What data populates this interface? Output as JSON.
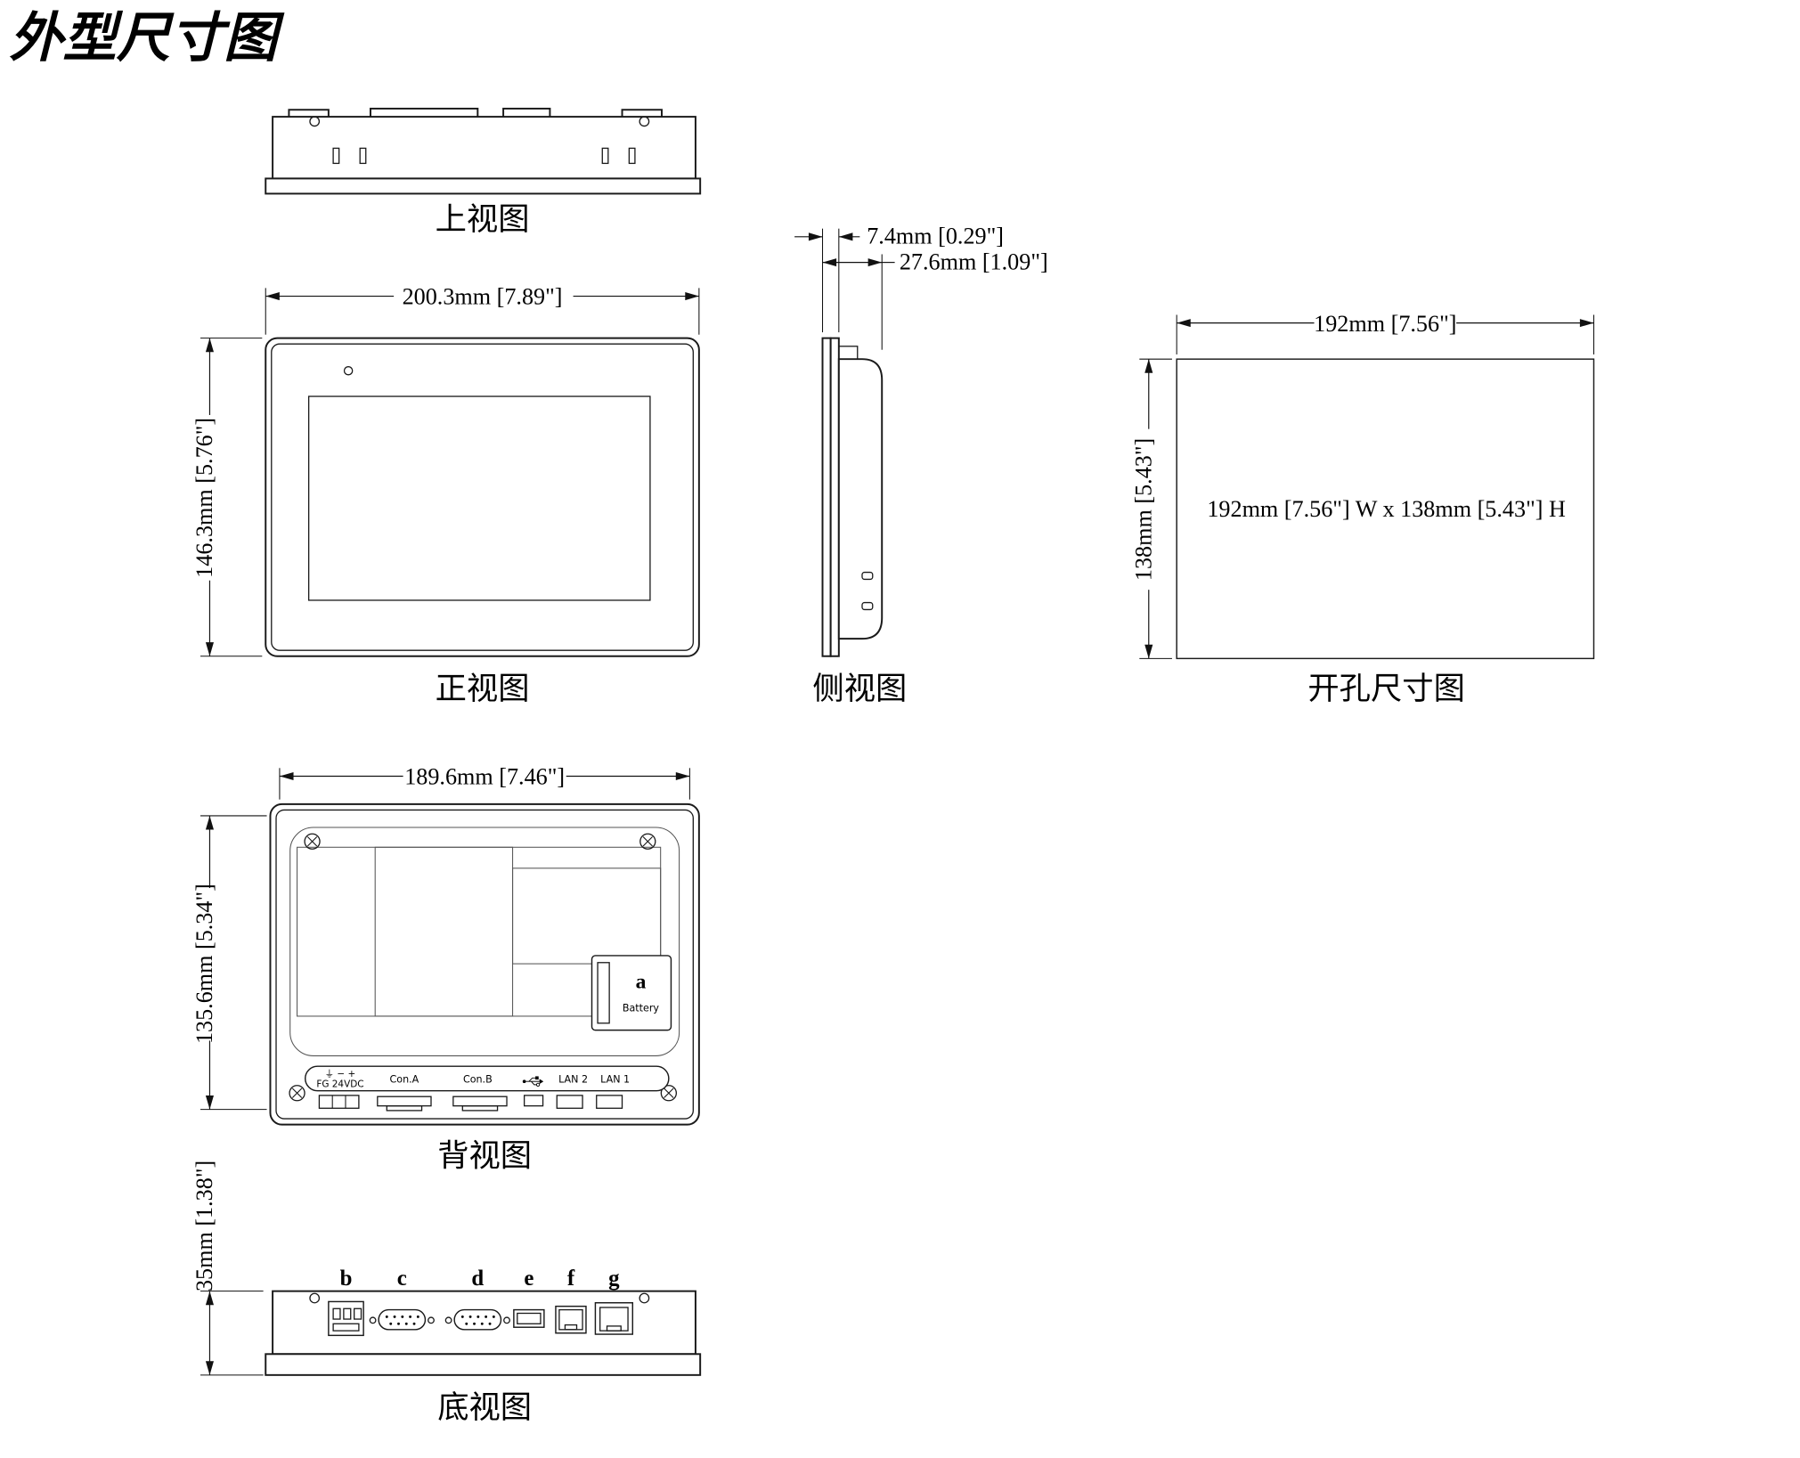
{
  "title": "外型尺寸图",
  "views": {
    "top": {
      "label": "上视图"
    },
    "front": {
      "label": "正视图",
      "width_dim": "200.3mm [7.89\"]",
      "height_dim": "146.3mm [5.76\"]"
    },
    "side": {
      "label": "侧视图",
      "bezel_dim": "7.4mm [0.29\"]",
      "depth_dim": "27.6mm [1.09\"]"
    },
    "cutout": {
      "label": "开孔尺寸图",
      "width_dim": "192mm [7.56\"]",
      "height_dim": "138mm [5.43\"]",
      "note": "192mm [7.56\"] W x 138mm [5.43\"] H"
    },
    "rear": {
      "label": "背视图",
      "width_dim": "189.6mm [7.46\"]",
      "height_dim": "135.6mm [5.34\"]",
      "battery_marker": "a",
      "battery_label": "Battery",
      "port_labels": {
        "power_symbols": "⏚ − +",
        "power": "FG 24VDC",
        "con_a": "Con.A",
        "con_b": "Con.B",
        "lan2": "LAN 2",
        "lan1": "LAN 1"
      }
    },
    "bottom": {
      "label": "底视图",
      "height_dim": "35mm [1.38\"]",
      "markers": [
        "b",
        "c",
        "d",
        "e",
        "f",
        "g"
      ]
    }
  },
  "colors": {
    "line": "#1a1a1a",
    "background": "#ffffff"
  }
}
